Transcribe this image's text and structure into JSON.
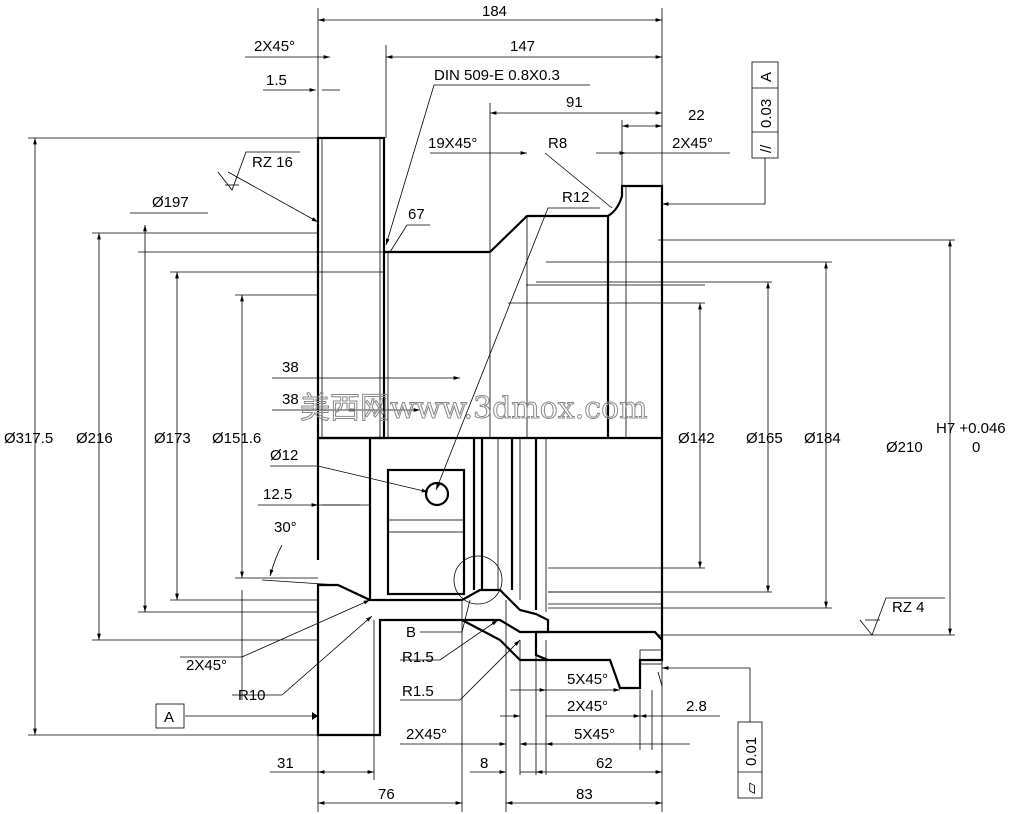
{
  "dims": {
    "d184": "184",
    "d147": "147",
    "d91": "91",
    "d22": "22",
    "c2x45_top_left": "2X45°",
    "d1_5": "1.5",
    "din": "DIN 509-E 0.8X0.3",
    "c19x45": "19X45°",
    "r8": "R8",
    "c2x45_top_right": "2X45°",
    "r12": "R12",
    "d67": "67",
    "d38a": "38",
    "d38b": "38",
    "phi12": "Ø12",
    "d12_5": "12.5",
    "a30": "30°",
    "phi317": "Ø317.5",
    "phi216": "Ø216",
    "phi173": "Ø173",
    "phi151": "Ø151.6",
    "phi197": "Ø197",
    "phi142": "Ø142",
    "phi165": "Ø165",
    "phi184": "Ø184",
    "phi210": "Ø210",
    "tol_h7": "H7 +0.046",
    "tol_zero": "0",
    "c2x45_left_lower": "2X45°",
    "r10": "R10",
    "b": "B",
    "r1_5a": "R1.5",
    "r1_5b": "R1.5",
    "c5x45a": "5X45°",
    "c2x45_br": "2X45°",
    "d2_8": "2.8",
    "c2x45_bm": "2X45°",
    "c5x45b": "5X45°",
    "d31": "31",
    "d8": "8",
    "d62": "62",
    "d76": "76",
    "d83": "83"
  },
  "datum": "A",
  "surface_finish": {
    "rz16": "RZ 16",
    "rz4": "RZ 4"
  },
  "tolerance_frames": {
    "parallelism": {
      "symbol": "//",
      "value": "0.03",
      "datum": "A"
    },
    "flatness": {
      "symbol": "▱",
      "value": "0.01"
    }
  },
  "watermark": "美西网www.3dmox.com"
}
